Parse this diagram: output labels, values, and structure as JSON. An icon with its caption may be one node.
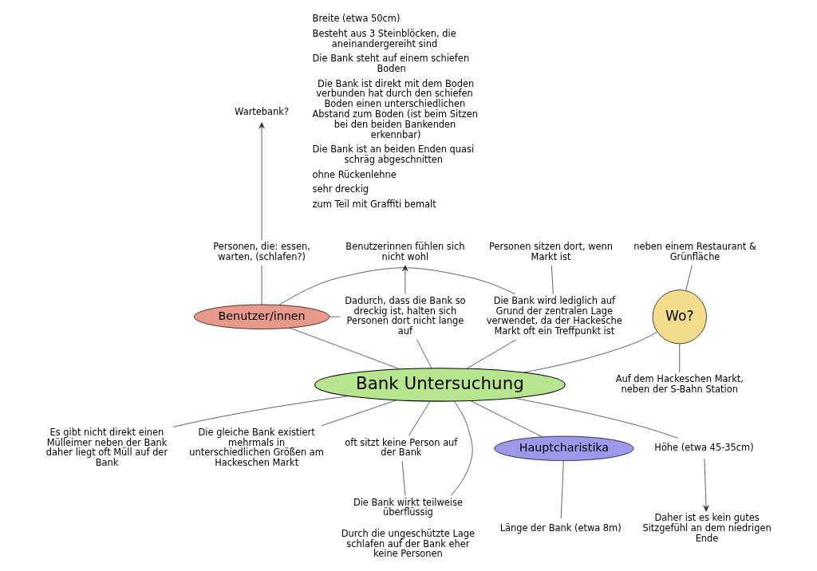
{
  "diagram": {
    "nodes": [
      {
        "text": [
          "Wo?"
        ]
      },
      {
        "text": [
          "neben einem Restaurant & Grünfläche"
        ]
      },
      {
        "text": [
          "Auf dem Hackeschen Markt, neben der S-Bahn Station"
        ]
      },
      {
        "text": [
          "Benutzer/innen"
        ]
      },
      {
        "text": [
          "Personen, die: essen, warten, (schlafen?)"
        ]
      },
      {
        "text": [
          "Wartebank?"
        ]
      },
      {
        "text": [
          "Dadurch, dass die Bank so dreckig ist, halten sich Personen dort nicht lange auf"
        ]
      },
      {
        "text": [
          "Benutzerinnen fühlen sich nicht wohl"
        ]
      },
      {
        "text": [
          "Die Bank wird lediglich auf Grund der zentralen Lage verwendet, da der Hackesche Markt oft ein Treffpunkt ist"
        ]
      },
      {
        "text": [
          "Personen sitzen dort, wenn Markt ist"
        ]
      },
      {
        "text": [
          "Bank Untersuchung"
        ]
      },
      {
        "text": [
          "Es gibt nicht direkt einen Mülleimer neben der Bank daher liegt oft Müll auf der Bank"
        ]
      },
      {
        "text": [
          "Die gleiche Bank existiert mehrmals in unterschiedlichen Größen am Hackeschen Markt"
        ]
      },
      {
        "text": [
          "oft sitzt keine Person auf der Bank"
        ]
      },
      {
        "text": [
          "Die Bank wirkt teilweise überflüssig"
        ],
        "beside": [
          "Durch die ungeschützte Lage schlafen auf der Bank eher keine Personen"
        ]
      },
      {
        "text": [
          "Hauptcharistika"
        ]
      },
      {
        "text": [
          "Länge der Bank (etwa 8m)"
        ]
      },
      {
        "text": [
          "Höhe (etwa 45-35cm)"
        ]
      },
      {
        "text": [
          "Daher ist es kein gutes Sitzgefühl an dem niedrigen Ende"
        ]
      }
    ],
    "edges": [
      {
        "from": 0,
        "to": 1,
        "arrow": "none"
      },
      {
        "from": 0,
        "to": 2,
        "arrow": "none"
      },
      {
        "from": 0,
        "to": 10,
        "arrow": "none"
      },
      {
        "from": 3,
        "to": 4,
        "arrow": "none"
      },
      {
        "from": 4,
        "to": 5,
        "arrow": "to"
      },
      {
        "from": 3,
        "to": 6,
        "arrow": "none"
      },
      {
        "from": 6,
        "to": 7,
        "arrow": "to"
      },
      {
        "from": 3,
        "to": 8,
        "arrow": "none"
      },
      {
        "from": 10,
        "to": 3,
        "arrow": "none"
      },
      {
        "from": 10,
        "to": 6,
        "arrow": "none"
      },
      {
        "from": 10,
        "to": 8,
        "arrow": "none"
      },
      {
        "from": 8,
        "to": 9,
        "arrow": "none"
      },
      {
        "from": 10,
        "to": 11,
        "arrow": "none"
      },
      {
        "from": 10,
        "to": 12,
        "arrow": "none"
      },
      {
        "from": 10,
        "to": 13,
        "arrow": "none"
      },
      {
        "from": 13,
        "to": 14,
        "arrow": "none"
      },
      {
        "from": 10,
        "to": 14,
        "arrow": "none"
      },
      {
        "from": 10,
        "to": 15,
        "arrow": "none"
      },
      {
        "from": 15,
        "to": 16,
        "arrow": "none"
      },
      {
        "from": 10,
        "to": 17,
        "arrow": "none"
      },
      {
        "from": 17,
        "to": 18,
        "arrow": "to"
      }
    ],
    "labels": [
      "Breite (etwa 50cm)",
      "Besteht aus 3 Steinblöcken, die aneinandergereiht sind",
      "Die Bank steht auf einem schiefen Boden",
      "Die Bank ist direkt mit dem Boden verbunden hat durch den schiefen Boden einen unterschiedlichen Abstand zum Boden (ist beim Sitzen bei den beiden Bankenden erkennbar)",
      "Die Bank ist an beiden Enden quasi schräg abgeschnitten",
      "ohne Rückenlehne",
      "sehr dreckig",
      "zum Teil mit Graffiti bemalt"
    ]
  }
}
